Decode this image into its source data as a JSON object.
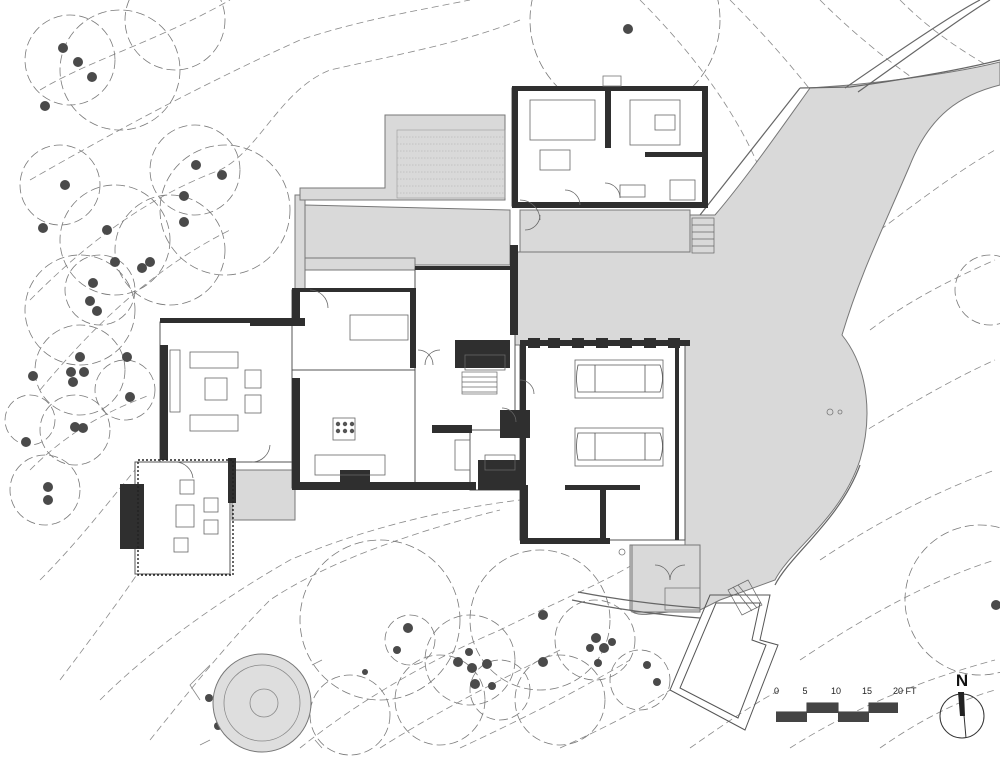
{
  "drawing": {
    "type": "architectural-site-floor-plan",
    "colors": {
      "background": "#ffffff",
      "wall": "#2f2f2f",
      "paving": "#d9d9d9",
      "contour": "#8a8a8a",
      "tree_dot": "#4a4a4a",
      "canopy": "#7a7a7a"
    }
  },
  "scale_bar": {
    "ticks": [
      "0",
      "5",
      "10",
      "15",
      "20 FT"
    ]
  },
  "north_arrow": {
    "label": "N"
  }
}
